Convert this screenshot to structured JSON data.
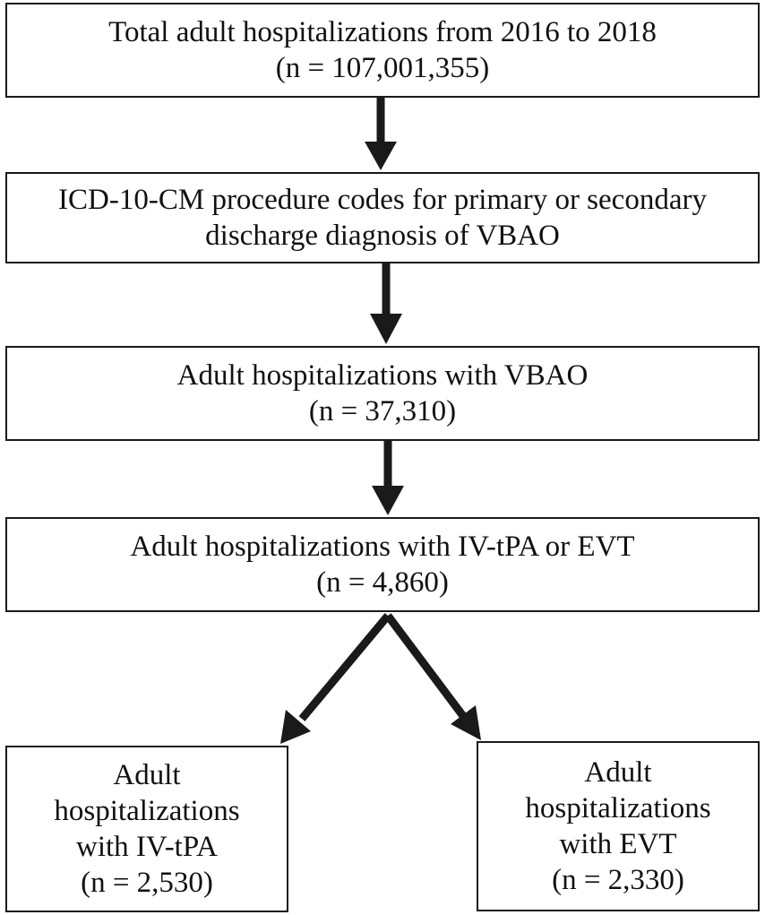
{
  "flowchart": {
    "total": {
      "line1": "Total adult hospitalizations from 2016 to 2018",
      "line2": "(n = 107,001,355)"
    },
    "codes": {
      "line1": "ICD-10-CM procedure codes for primary or secondary",
      "line2": "discharge diagnosis of VBAO"
    },
    "vbao": {
      "line1": "Adult hospitalizations with VBAO",
      "line2": "(n = 37,310)"
    },
    "treated": {
      "line1": "Adult hospitalizations with IV-tPA or EVT",
      "line2": "(n = 4,860)"
    },
    "ivtpa": {
      "line1": "Adult",
      "line2": "hospitalizations",
      "line3": "with IV-tPA",
      "line4": "(n = 2,530)"
    },
    "evt": {
      "line1": "Adult",
      "line2": "hospitalizations",
      "line3": "with EVT",
      "line4": "(n = 2,330)"
    }
  },
  "colors": {
    "stroke": "#1a1a1a",
    "text": "#111111",
    "background": "#ffffff"
  }
}
